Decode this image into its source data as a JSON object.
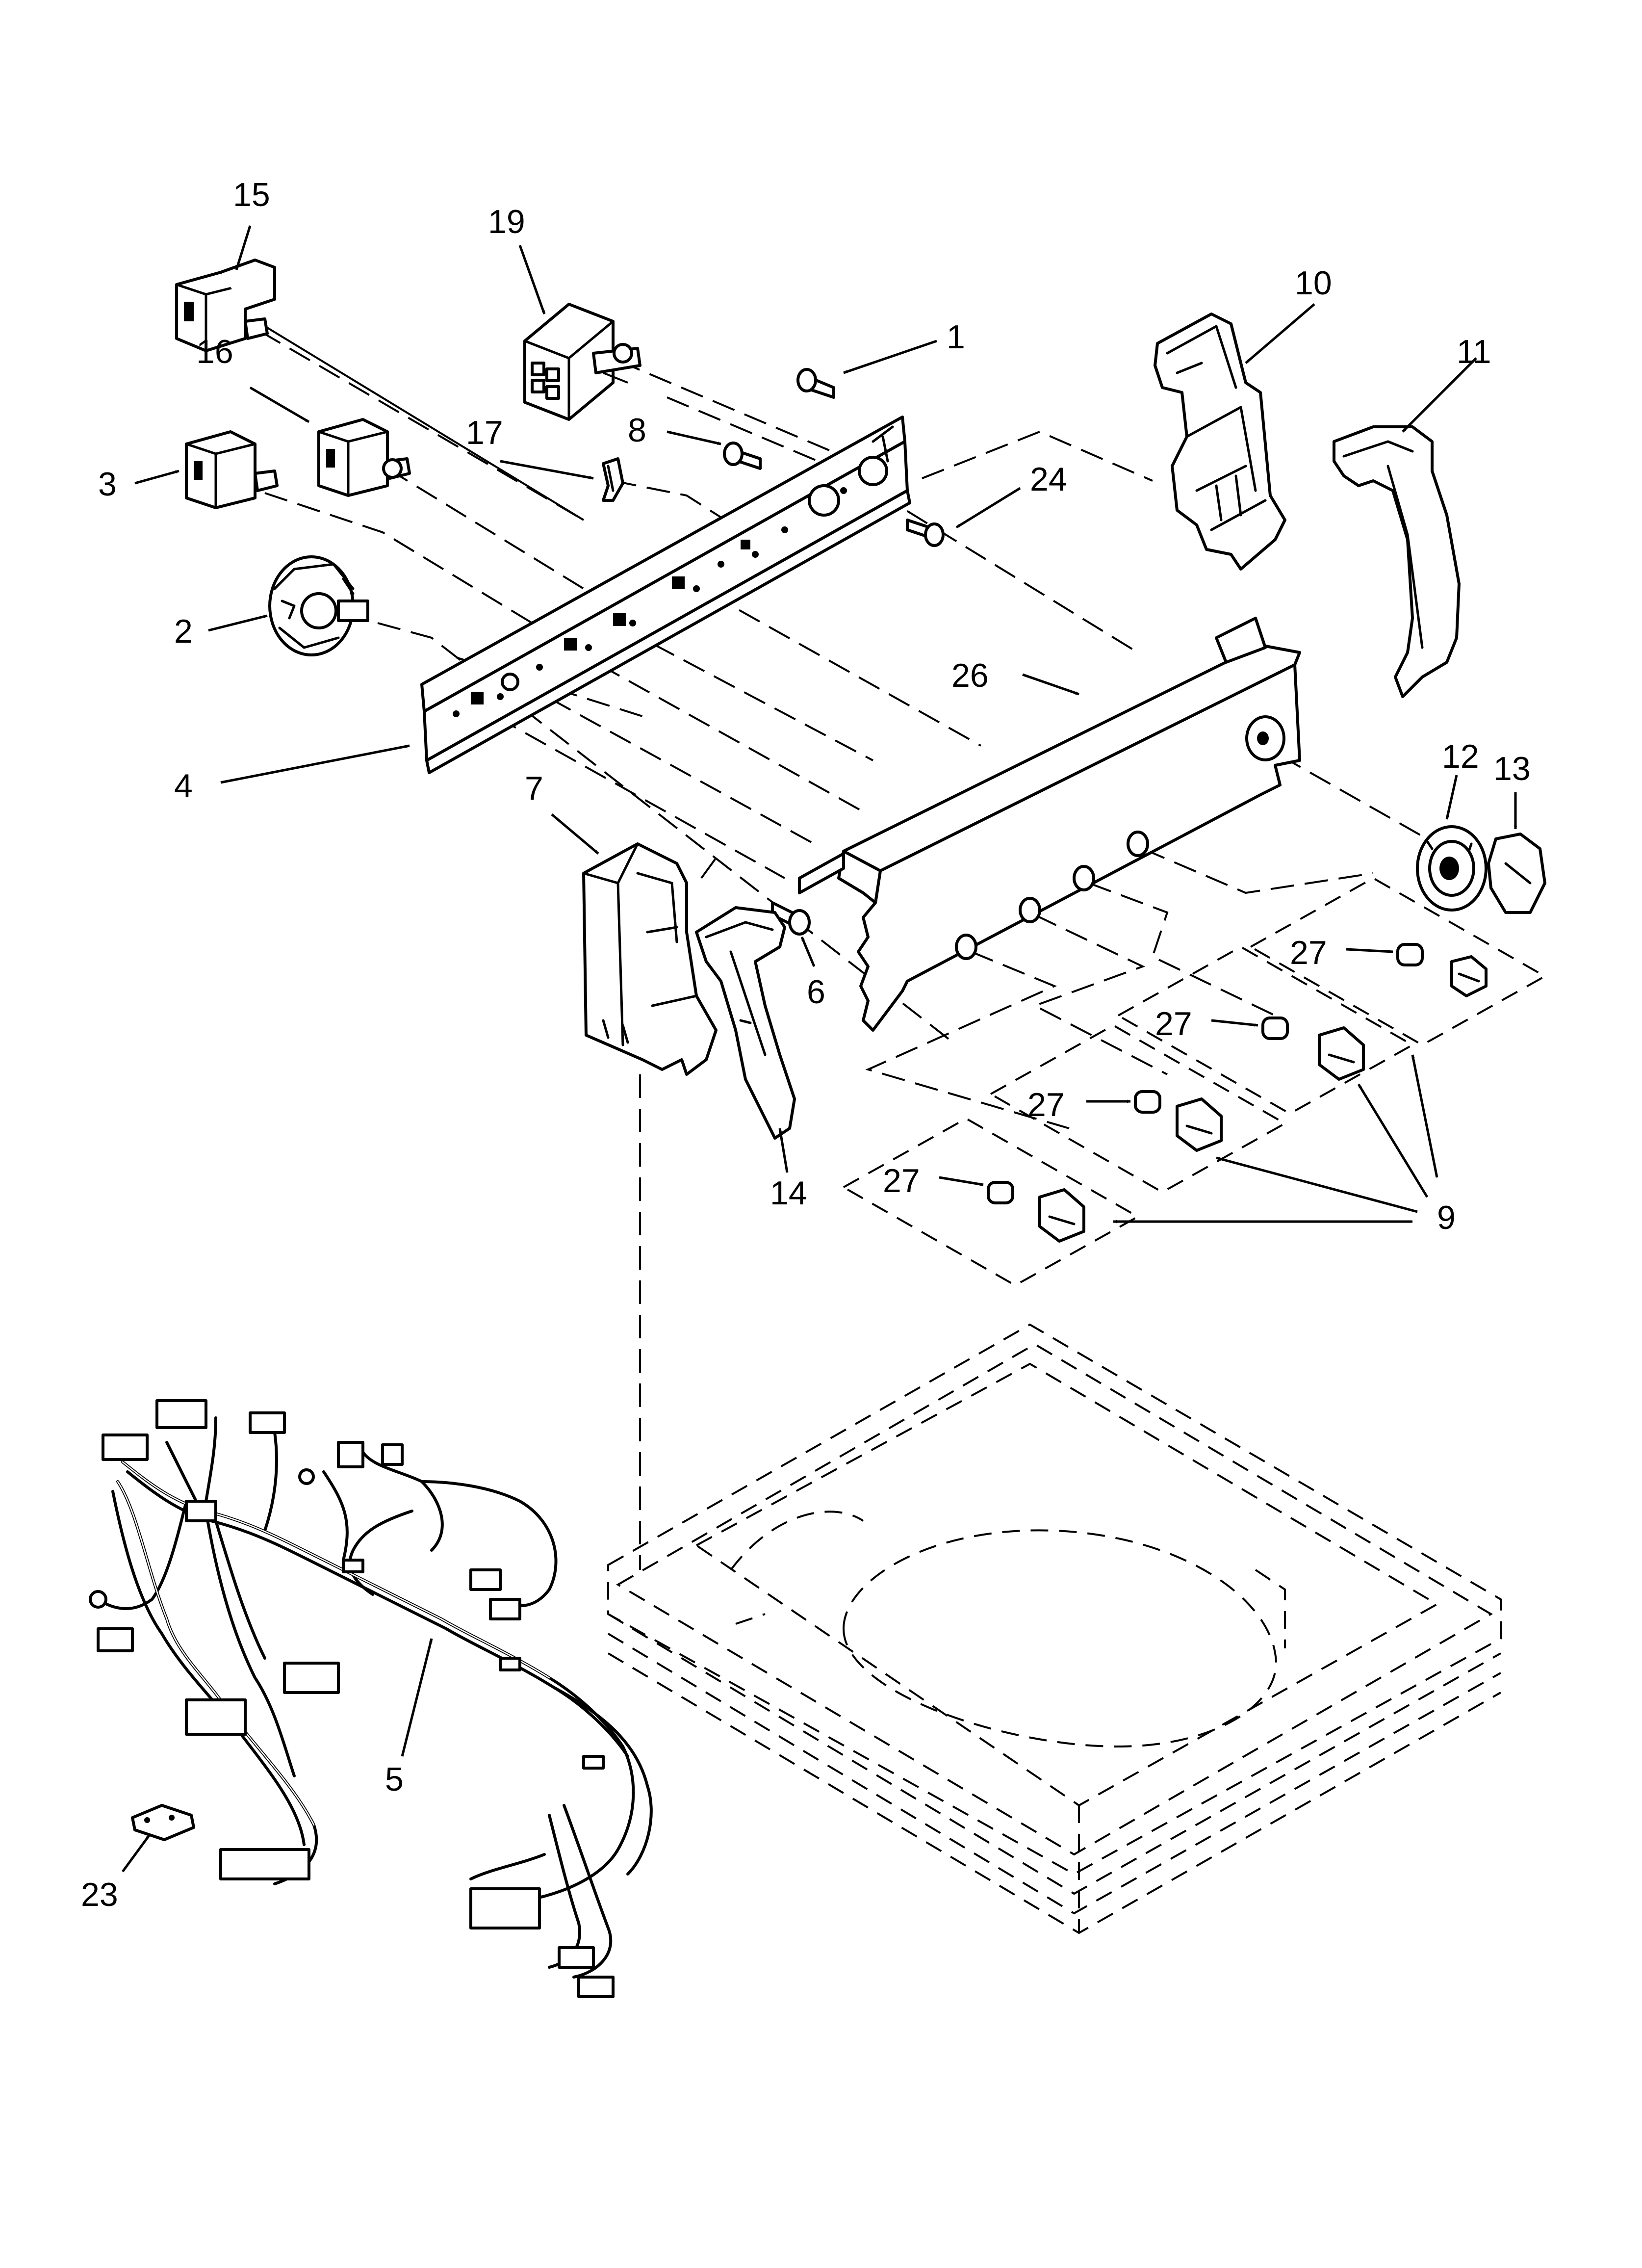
{
  "diagram": {
    "callouts": {
      "c1": "1",
      "c2": "2",
      "c3": "3",
      "c4": "4",
      "c5": "5",
      "c6": "6",
      "c7": "7",
      "c8": "8",
      "c9": "9",
      "c10": "10",
      "c11": "11",
      "c12": "12",
      "c13": "13",
      "c14": "14",
      "c15": "15",
      "c16": "16",
      "c17": "17",
      "c19": "19",
      "c23": "23",
      "c24": "24",
      "c26": "26",
      "c27": "27"
    }
  }
}
